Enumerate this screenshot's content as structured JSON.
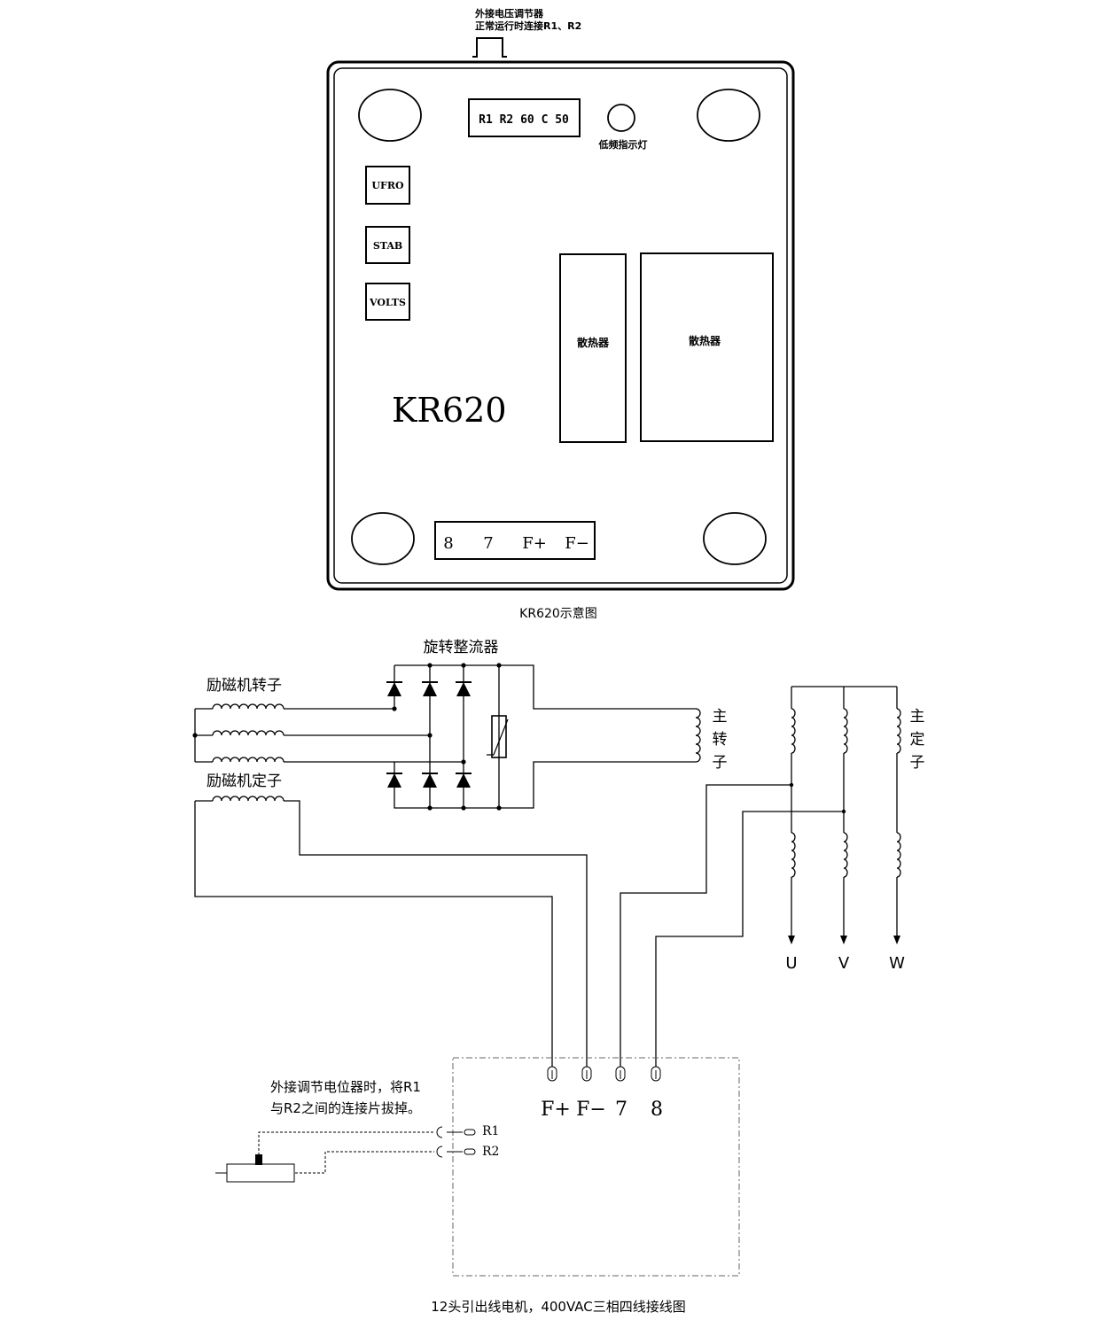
{
  "top_note": {
    "line1": "外接电压调节器",
    "line2": "正常运行时连接R1、R2"
  },
  "board": {
    "model": "KR620",
    "top_terminals": "R1 R2 60 C 50",
    "led_label": "低频指示灯",
    "pots": [
      "UFRO",
      "STAB",
      "VOLTS"
    ],
    "heatsink_small": "散热器",
    "heatsink_large": "散热器",
    "bottom_terminals": [
      "8",
      "7",
      "F+",
      "F−"
    ],
    "caption": "KR620示意图"
  },
  "wiring": {
    "rectifier_label": "旋转整流器",
    "exciter_rotor_label": "励磁机转子",
    "exciter_stator_label": "励磁机定子",
    "main_rotor_label": [
      "主",
      "转",
      "子"
    ],
    "main_stator_label": [
      "主",
      "定",
      "子"
    ],
    "phases": [
      "U",
      "V",
      "W"
    ],
    "avr_terminals": [
      "F+",
      "F−",
      "7",
      "8"
    ],
    "note_line1": "外接调节电位器时，将R1",
    "note_line2": "与R2之间的连接片拔掉。",
    "pot_terminal_r1": "R1",
    "pot_terminal_r2": "R2",
    "caption": "12头引出线电机，400VAC三相四线接线图"
  }
}
